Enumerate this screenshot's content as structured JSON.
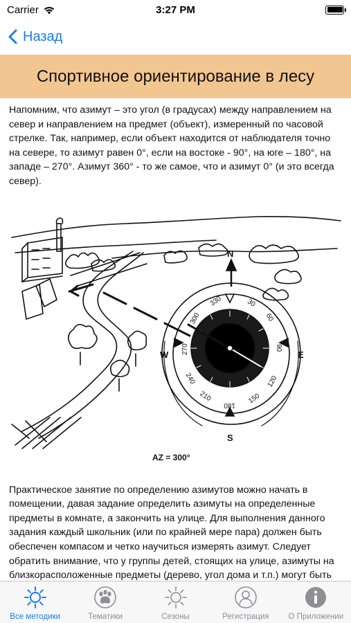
{
  "status_bar": {
    "carrier": "Carrier",
    "time": "3:27 PM"
  },
  "nav": {
    "back_label": "Назад"
  },
  "header": {
    "title": "Спортивное ориентирование в лесу"
  },
  "content": {
    "paragraph1": "Напомним, что азимут – это угол (в градусах) между направлением на север и направлением на предмет (объект), измеренный по часовой стрелке. Так, например, если объект находится от наблюдателя точно на севере, то азимут равен 0°, если на востоке - 90°, на юге – 180°, на западе – 270°. Азимут 360° - то же самое, что и азимут 0° (и это всегда север).",
    "figure": {
      "caption": "AZ = 300°",
      "compass_letters": {
        "north": "N",
        "east": "E",
        "south": "S",
        "west": "W"
      },
      "dial_numbers": [
        "330",
        "300",
        "270",
        "240",
        "210",
        "180",
        "150",
        "120",
        "90",
        "60",
        "30"
      ]
    },
    "paragraph2": "Практическое занятие по определению азимутов можно начать в помещении, давая задание определить азимуты на определенные предметы в комнате, а закончить на улице. Для выполнения данного задания каждый школьник (или по крайней мере пара) должен быть обеспечен компасом и четко научиться измерять азимут. Следует обратить внимание, что у группы детей, стоящих на улице, азимуты на близкорасположенные предметы (дерево, угол дома и т.п.) могут быть разными, в силу разницы их взаимного местоположения. А азимуты на далеко расположенные объекты (в идеале, например, на"
  },
  "tab_bar": {
    "active_color": "#1a7cf5",
    "inactive_color": "#8e8e93",
    "tabs": [
      {
        "label": "Все методики",
        "icon": "sun-icon",
        "active": true
      },
      {
        "label": "Тематики",
        "icon": "paw-icon",
        "active": false
      },
      {
        "label": "Сезоны",
        "icon": "sun-outline-icon",
        "active": false
      },
      {
        "label": "Регистрация",
        "icon": "person-icon",
        "active": false
      },
      {
        "label": "О Приложении",
        "icon": "info-icon",
        "active": false
      }
    ]
  },
  "colors": {
    "header_band": "#f2c690",
    "accent": "#1a7cf5"
  }
}
